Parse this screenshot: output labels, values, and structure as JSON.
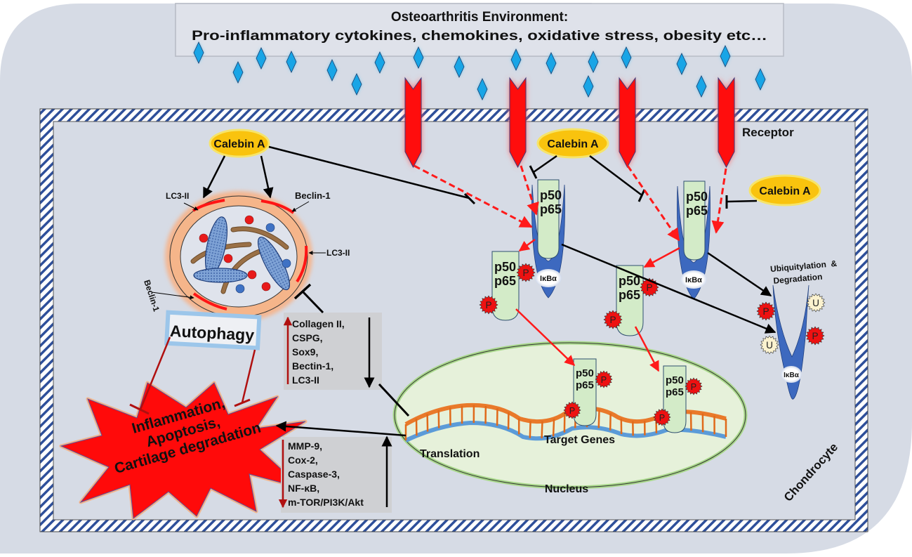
{
  "environment": {
    "title": "Osteoarthritis Environment:",
    "subtitle": "Pro-inflammatory cytokines, chemokines, oxidative stress, obesity etc…"
  },
  "labels": {
    "receptor": "Receptor",
    "chondrocyte": "Chondrocyte",
    "nucleus": "Nucleus",
    "translation": "Translation",
    "target_genes": "Target Genes",
    "ubiquitylation_line1": "Ubiquitylation  &",
    "ubiquitylation_line2": "Degradation",
    "autophagy": "Autophagy",
    "lc3_top": "LC3-II",
    "beclin_top": "Beclin-1",
    "lc3_right": "LC3-II",
    "beclin_left": "Beclin-1"
  },
  "calebin": [
    "Calebin A",
    "Calebin A",
    "Calebin A"
  ],
  "nfkb": {
    "p50": "p50",
    "p65": "p65",
    "ikba": "IκBα",
    "phospho": "P",
    "ubiquitin": "U"
  },
  "outcome": {
    "line1": "Inflammation,",
    "line2": "Apoptosis,",
    "line3": "Cartilage degradation"
  },
  "upregulated": {
    "direction": "up",
    "items": [
      "Collagen II,",
      "CSPG,",
      "Sox9,",
      "Bectin-1,",
      "LC3-II"
    ]
  },
  "downregulated": {
    "direction": "down",
    "items": [
      "MMP-9,",
      "Cox-2,",
      "Caspase-3,",
      "NF-κB,",
      "m-TOR/PI3K/Akt"
    ]
  },
  "colors": {
    "background": "#d6dbe5",
    "membrane_stripe": "#2e4f9a",
    "receptor": "#ff0d0d",
    "cytokine": "#18a5e6",
    "calebin": "#f9bf0e",
    "nfkb_fill": "#d3ebc8",
    "ikba": "#3d69bf",
    "nucleus": "#e7f2dc",
    "phospho": "#ee1111",
    "ubiquitin": "#fbf2cf",
    "outcome_burst": "#ff0a0a"
  }
}
